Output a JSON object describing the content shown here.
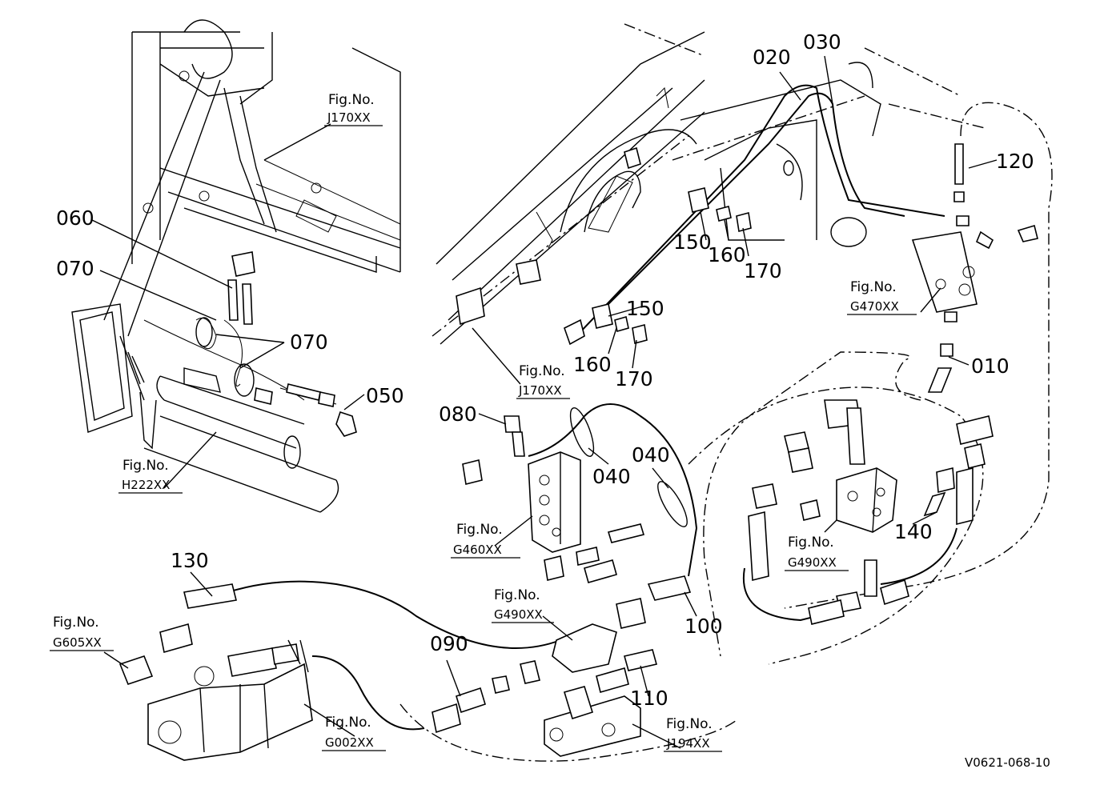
{
  "part_labels": [
    "020",
    "030",
    "120",
    "060",
    "070",
    "070",
    "150",
    "160",
    "170",
    "150",
    "160",
    "170",
    "010",
    "050",
    "080",
    "040",
    "040",
    "140",
    "130",
    "090",
    "100",
    "110"
  ],
  "fig_refs": [
    {
      "title": "Fig.No.",
      "code": "J170XX"
    },
    {
      "title": "Fig.No.",
      "code": "G470XX"
    },
    {
      "title": "Fig.No.",
      "code": "J170XX"
    },
    {
      "title": "Fig.No.",
      "code": "H222XX"
    },
    {
      "title": "Fig.No.",
      "code": "G460XX"
    },
    {
      "title": "Fig.No.",
      "code": "G490XX"
    },
    {
      "title": "Fig.No.",
      "code": "G490XX"
    },
    {
      "title": "Fig.No.",
      "code": "G605XX"
    },
    {
      "title": "Fig.No.",
      "code": "G002XX"
    },
    {
      "title": "Fig.No.",
      "code": "J194XX"
    }
  ],
  "drawing_code": "V0621-068-10"
}
